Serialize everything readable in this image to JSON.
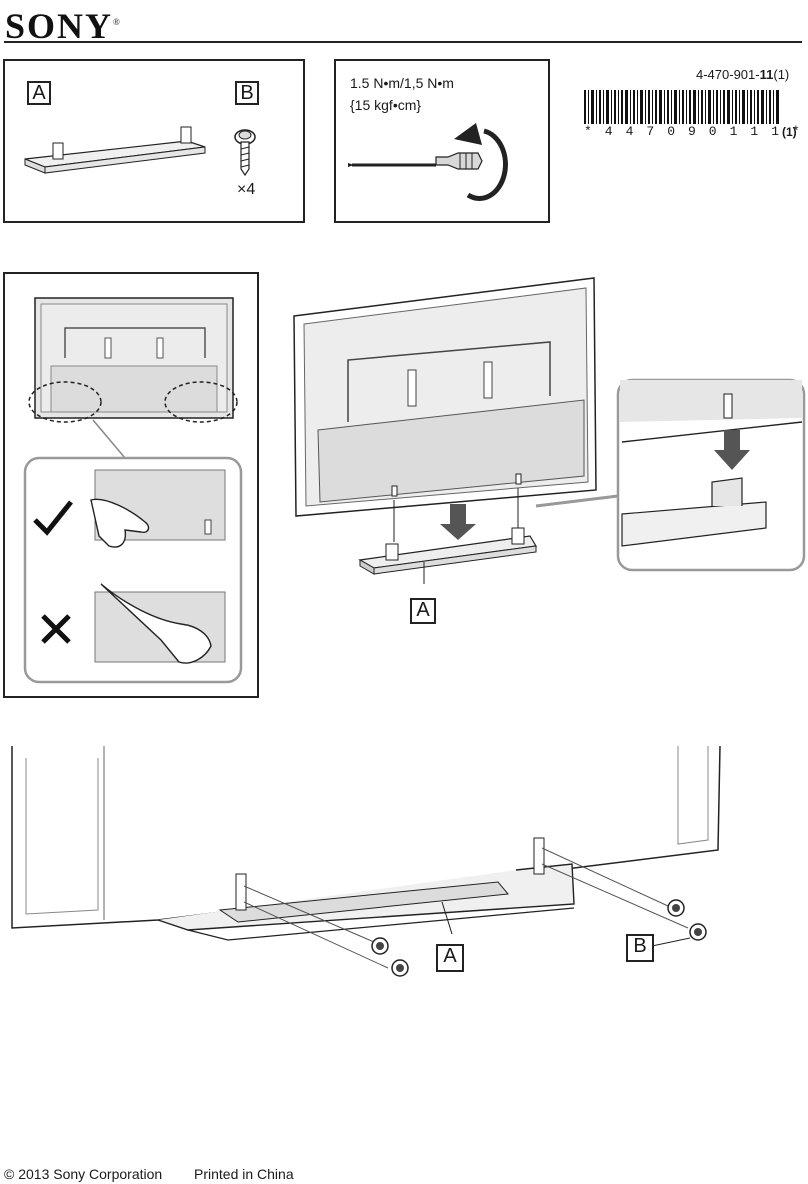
{
  "header": {
    "brand": "SONY",
    "part_number_prefix": "4-470-901-",
    "part_number_bold": "11",
    "part_number_suffix": "(1)",
    "barcode_digits": "*447090111*",
    "barcode_suffix": "(1)"
  },
  "parts_box": {
    "part_a_label": "A",
    "part_b_label": "B",
    "part_b_quantity": "×4"
  },
  "torque_box": {
    "line1": "1.5 N•m/1,5 N•m",
    "line2": "{15 kgf•cm}"
  },
  "step2": {
    "stand_label": "A"
  },
  "step3": {
    "stand_label": "A",
    "screw_label": "B"
  },
  "footer": {
    "copyright": "© 2013 Sony Corporation",
    "origin": "Printed in China"
  }
}
